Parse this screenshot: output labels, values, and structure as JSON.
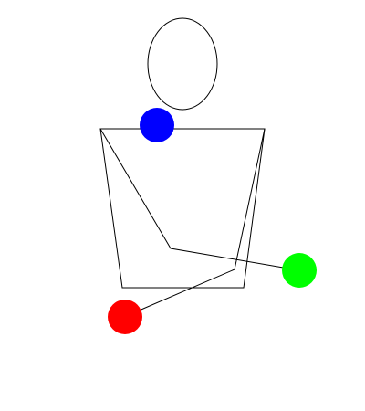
{
  "figure": {
    "background": "#ffffff",
    "outline_color": "#000000",
    "markers": [
      {
        "id": "blue-marker",
        "color": "#0000ff"
      },
      {
        "id": "green-marker",
        "color": "#00ff00"
      },
      {
        "id": "red-marker",
        "color": "#ff0000"
      }
    ]
  }
}
